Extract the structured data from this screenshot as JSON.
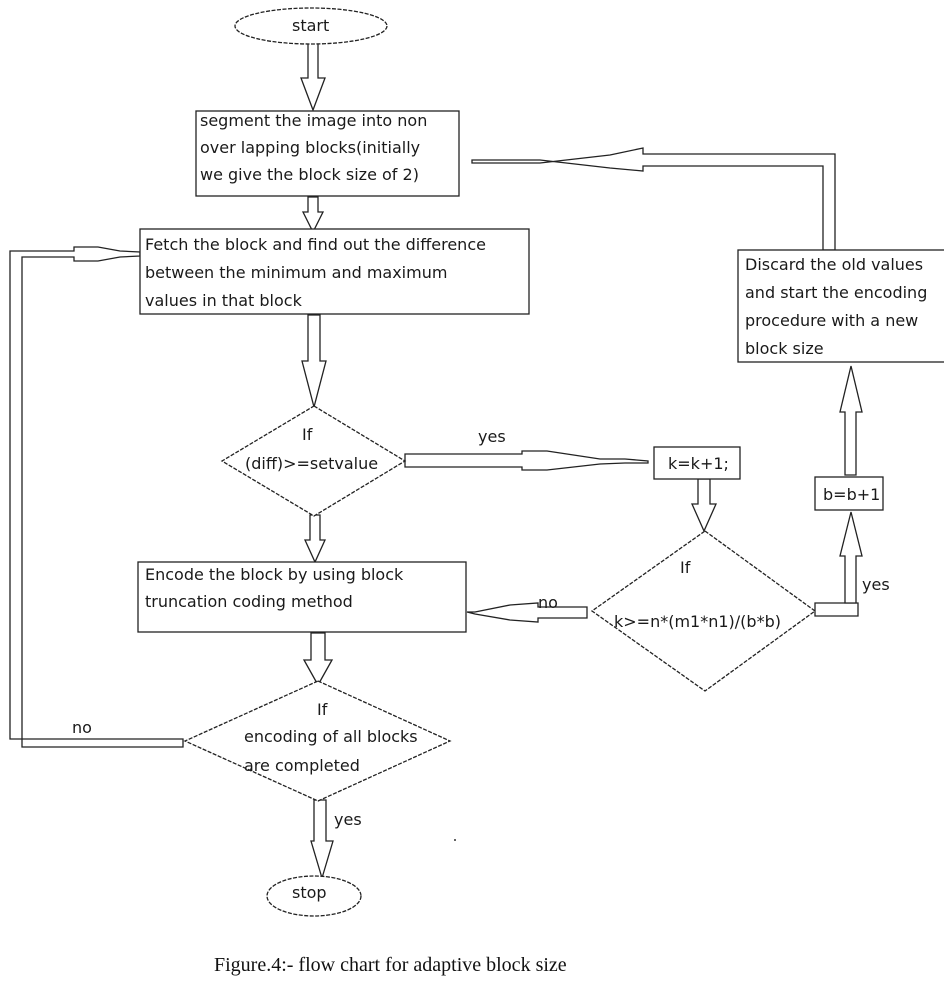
{
  "figure": {
    "caption": "Figure.4:- flow chart for adaptive block size"
  },
  "nodes": {
    "start": {
      "type": "terminator",
      "text": [
        "start"
      ]
    },
    "segment": {
      "type": "process",
      "text": [
        "segment the image into non",
        "over lapping blocks(initially",
        "we give the block size of 2)"
      ]
    },
    "fetch": {
      "type": "process",
      "text": [
        "Fetch the block and find out the difference",
        "between the minimum and maximum",
        "values in that block"
      ]
    },
    "decision_diff": {
      "type": "decision",
      "text": [
        "If",
        "(diff)>=setvalue"
      ]
    },
    "increment_k": {
      "type": "process",
      "text": [
        "k=k+1;"
      ]
    },
    "decision_k": {
      "type": "decision",
      "text": [
        "If",
        "k>=n*(m1*n1)/(b*b)"
      ]
    },
    "increment_b": {
      "type": "process",
      "text": [
        "b=b+1"
      ]
    },
    "discard": {
      "type": "process",
      "text": [
        "Discard the old values",
        "and start the encoding",
        "procedure with a new",
        "block size"
      ]
    },
    "encode": {
      "type": "process",
      "text": [
        "Encode the block by using block",
        "truncation coding method"
      ]
    },
    "decision_done": {
      "type": "decision",
      "text": [
        "If",
        "encoding of all blocks",
        "are completed"
      ]
    },
    "stop": {
      "type": "terminator",
      "text": [
        "stop"
      ]
    }
  },
  "edges": [
    {
      "from": "start",
      "to": "segment",
      "label": ""
    },
    {
      "from": "segment",
      "to": "fetch",
      "label": ""
    },
    {
      "from": "fetch",
      "to": "decision_diff",
      "label": ""
    },
    {
      "from": "decision_diff",
      "to": "increment_k",
      "label": "yes"
    },
    {
      "from": "decision_diff",
      "to": "encode",
      "label": ""
    },
    {
      "from": "increment_k",
      "to": "decision_k",
      "label": ""
    },
    {
      "from": "decision_k",
      "to": "encode",
      "label": "no"
    },
    {
      "from": "decision_k",
      "to": "increment_b",
      "label": "yes"
    },
    {
      "from": "increment_b",
      "to": "discard",
      "label": ""
    },
    {
      "from": "discard",
      "to": "segment",
      "label": ""
    },
    {
      "from": "encode",
      "to": "decision_done",
      "label": ""
    },
    {
      "from": "decision_done",
      "to": "fetch",
      "label": "no"
    },
    {
      "from": "decision_done",
      "to": "stop",
      "label": "yes"
    }
  ]
}
